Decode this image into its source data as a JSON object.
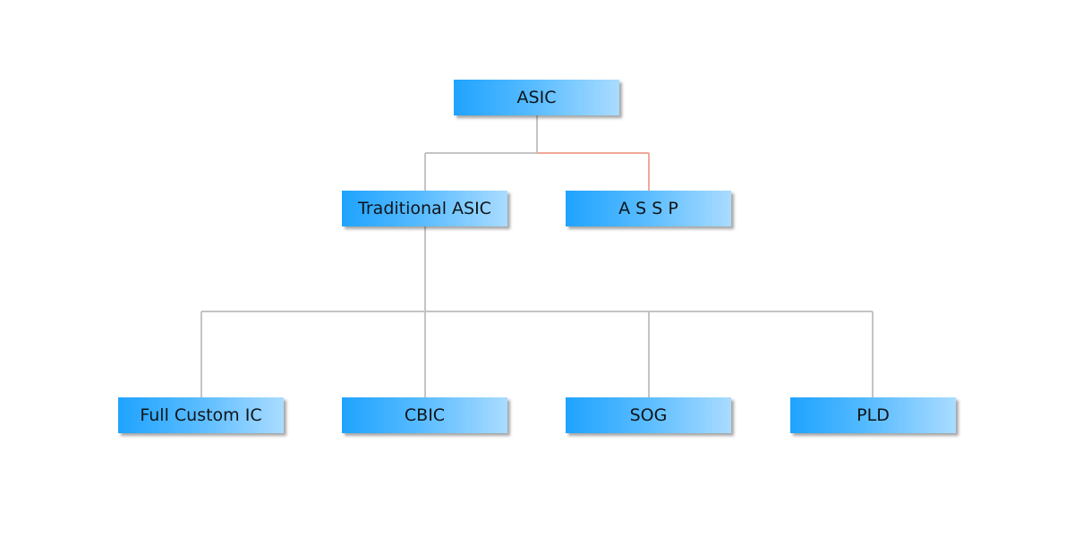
{
  "diagram": {
    "type": "hierarchy",
    "colors": {
      "box_gradient_start": "#1fa3ff",
      "box_gradient_end": "#a9dcff",
      "connector": "#c4c4c4",
      "connector_highlight": "#f0a898",
      "text": "#0f1419"
    },
    "root": {
      "label": "ASIC"
    },
    "level1": [
      {
        "label": "Traditional ASIC"
      },
      {
        "label": "A S S P"
      }
    ],
    "level2": [
      {
        "label": "Full Custom IC"
      },
      {
        "label": "CBIC"
      },
      {
        "label": "SOG"
      },
      {
        "label": "PLD"
      }
    ]
  }
}
